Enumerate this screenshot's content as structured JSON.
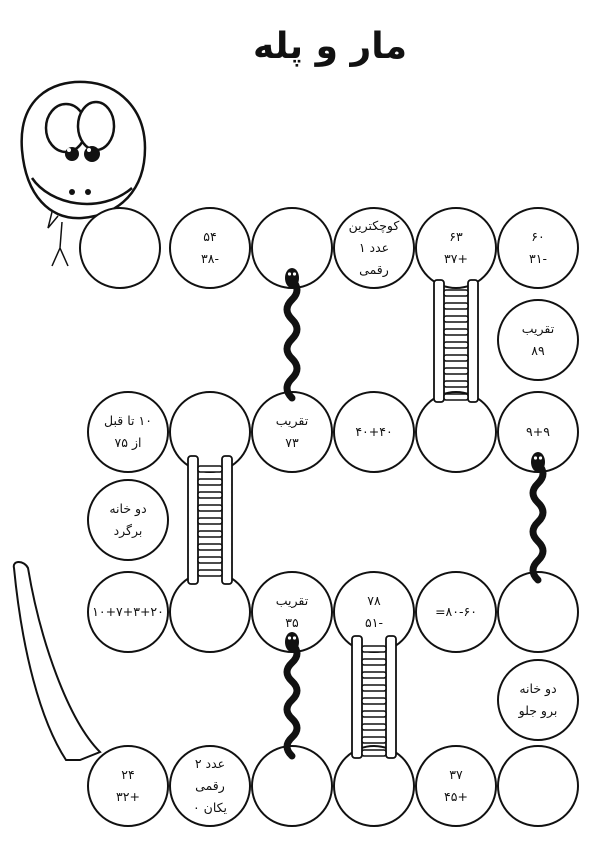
{
  "title": "مار و پله",
  "board": {
    "rows": [
      [
        "۶۰\n-۳۱",
        "۶۳\n+۳۷",
        "کوچکترین\nعدد ۱\nرقمی",
        "",
        "۵۴\n-۳۸",
        ""
      ],
      [
        "تقریب\n۸۹"
      ],
      [
        "۹+۹",
        "",
        "۴۰+۴۰",
        "تقریب\n۷۳",
        "",
        "۱۰ تا قبل\nاز ۷۵"
      ],
      [
        "دو خانه\nبرگرد"
      ],
      [
        "",
        "۸۰-۶۰=",
        "۷۸\n-۵۱",
        "تقریب\n۳۵",
        "",
        "۱۰+۷+۳+۲۰"
      ],
      [
        "دو خانه\nبرو جلو"
      ],
      [
        "",
        "۳۷\n+۴۵",
        "",
        "",
        "عدد ۲\nرقمی\nیکان ۰",
        "۲۴\n+۳۲"
      ]
    ]
  },
  "colors": {
    "ink": "#111111",
    "paper": "#ffffff"
  },
  "pieces": [
    "snake-head-face",
    "snake-tail",
    "ladder",
    "snake"
  ]
}
